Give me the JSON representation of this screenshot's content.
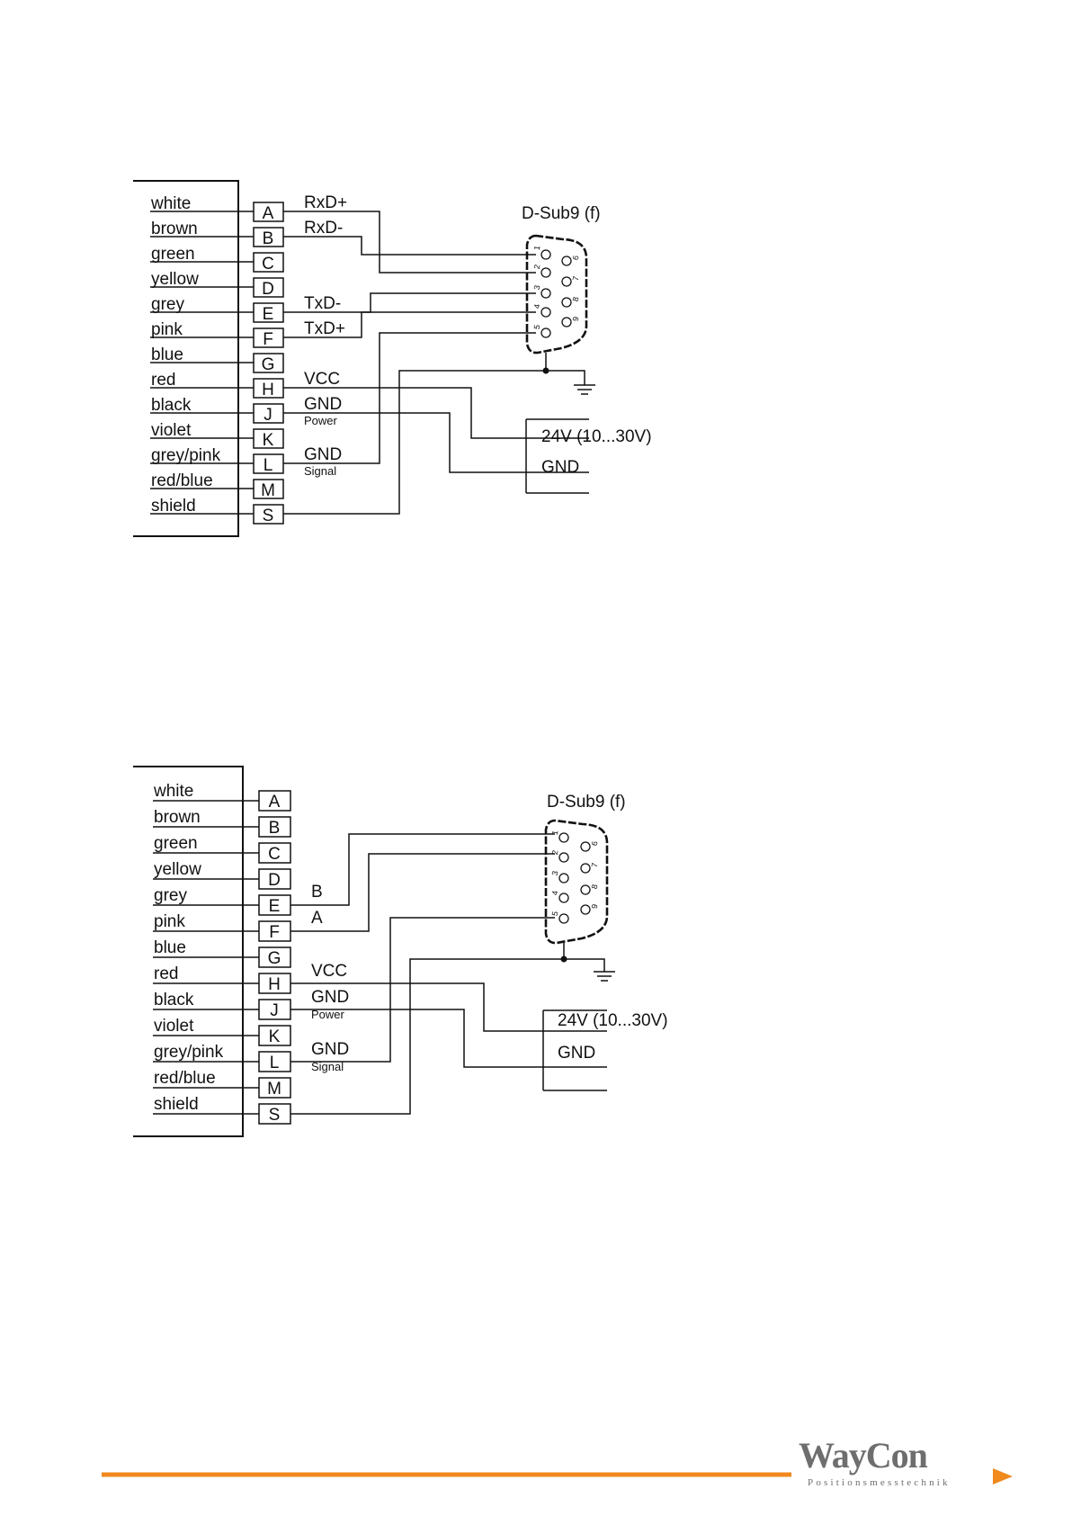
{
  "diagrams": [
    {
      "wire_colors": [
        "white",
        "brown",
        "green",
        "yellow",
        "grey",
        "pink",
        "blue",
        "red",
        "black",
        "violet",
        "grey/pink",
        "red/blue",
        "shield"
      ],
      "pins": [
        "A",
        "B",
        "C",
        "D",
        "E",
        "F",
        "G",
        "H",
        "J",
        "K",
        "L",
        "M",
        "S"
      ],
      "signals": {
        "A": "RxD+",
        "B": "RxD-",
        "E": "TxD-",
        "F": "TxD+",
        "H": "VCC",
        "J": "GND",
        "L": "GND"
      },
      "sublabels": {
        "J": "Power",
        "L": "Signal"
      },
      "connector_title": "D-Sub9 (f)",
      "connector_pins_left": [
        "1",
        "2",
        "3",
        "4",
        "5"
      ],
      "connector_pins_right": [
        "6",
        "7",
        "8",
        "9"
      ],
      "power_labels": [
        "24V (10...30V)",
        "GND"
      ]
    },
    {
      "wire_colors": [
        "white",
        "brown",
        "green",
        "yellow",
        "grey",
        "pink",
        "blue",
        "red",
        "black",
        "violet",
        "grey/pink",
        "red/blue",
        "shield"
      ],
      "pins": [
        "A",
        "B",
        "C",
        "D",
        "E",
        "F",
        "G",
        "H",
        "J",
        "K",
        "L",
        "M",
        "S"
      ],
      "signals": {
        "E": "B",
        "F": "A",
        "H": "VCC",
        "J": "GND",
        "L": "GND"
      },
      "sublabels": {
        "J": "Power",
        "L": "Signal"
      },
      "connector_title": "D-Sub9 (f)",
      "connector_pins_left": [
        "1",
        "2",
        "3",
        "4",
        "5"
      ],
      "connector_pins_right": [
        "6",
        "7",
        "8",
        "9"
      ],
      "power_labels": [
        "24V (10...30V)",
        "GND"
      ]
    }
  ],
  "footer": {
    "logo_text": "WayCon",
    "logo_tagline": "Positionsmesstechnik",
    "accent_color": "#f08a1d",
    "logo_color": "#6e6e6e"
  }
}
